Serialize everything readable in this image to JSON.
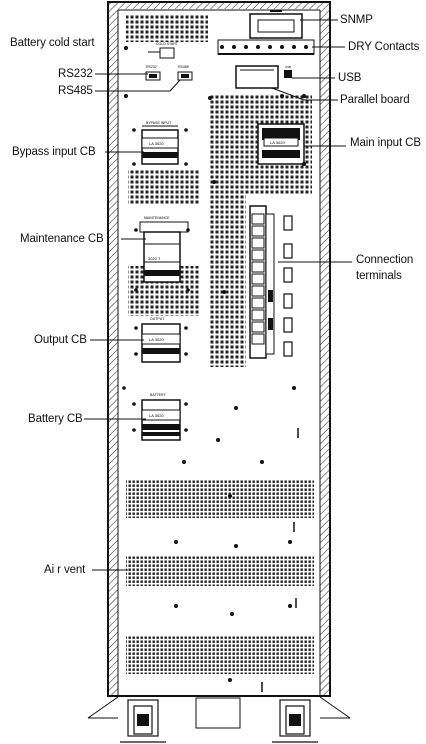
{
  "labels": {
    "snmp": "SNMP",
    "dry_contacts": "DRY Contacts",
    "usb": "USB",
    "parallel_board": "Parallel board",
    "main_input_cb": "Main input CB",
    "connection_terminals": "Connection\nterminals",
    "battery_cold_start": "Battery cold start",
    "rs232": "RS232",
    "rs485": "RS485",
    "bypass_input_cb": "Bypass input CB",
    "maintenance_cb": "Maintenance CB",
    "output_cb": "Output CB",
    "battery_cb": "Battery CB",
    "air_vent": "Ai r vent"
  },
  "panel_text": {
    "cold_start_tag": "COLD START",
    "rs232_tag": "RS232",
    "rs485_tag": "RS485",
    "usb_tag": "USB",
    "bypass_tag": "BYPASS INPUT",
    "bypass_breaker": "LA 3020",
    "main_breaker": "LA 3020",
    "maintenance_tag": "MAINTENANCE",
    "maintenance_breaker": "3020 T",
    "output_tag": "OUTPUT",
    "output_breaker": "LA 3020",
    "battery_tag": "BATTERY",
    "battery_breaker": "LA 3020"
  }
}
